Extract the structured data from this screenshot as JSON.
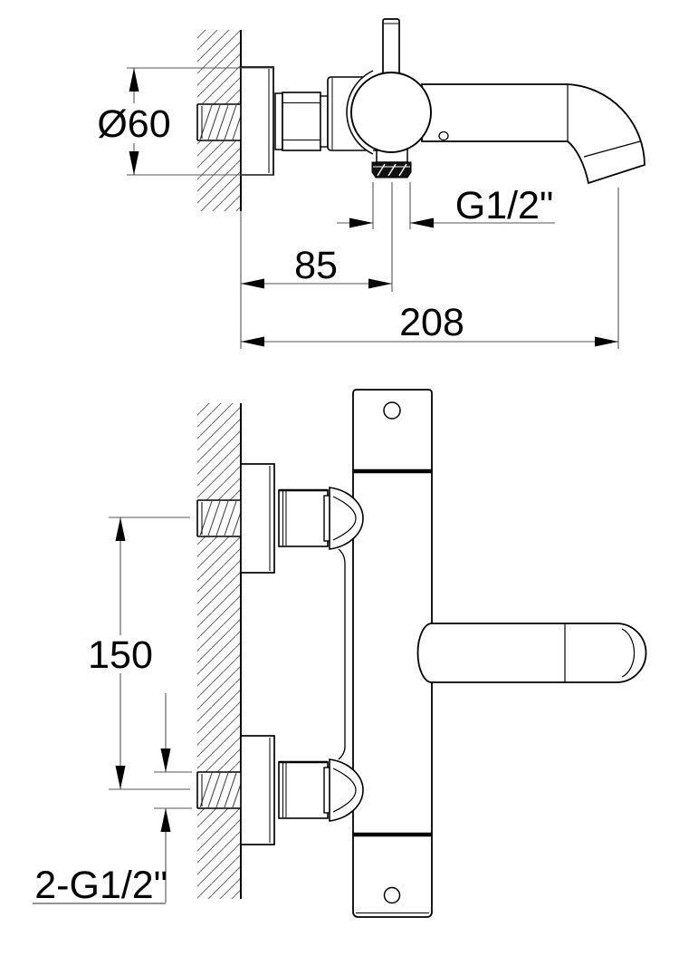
{
  "drawing_type": "technical-dimension-drawing",
  "colors": {
    "background": "#ffffff",
    "outline": "#000000",
    "thin_line": "#555555",
    "hatch_line": "#666666"
  },
  "views": {
    "side_view": {
      "dimensions": {
        "escutcheon_diameter": "Ø60",
        "outlet_thread": "G1/2\"",
        "wall_to_outlet_center": "85",
        "wall_to_spout_end": "208"
      }
    },
    "front_view": {
      "dimensions": {
        "inlet_spacing": "150",
        "inlet_thread_size": "2-G1/2\""
      }
    }
  }
}
